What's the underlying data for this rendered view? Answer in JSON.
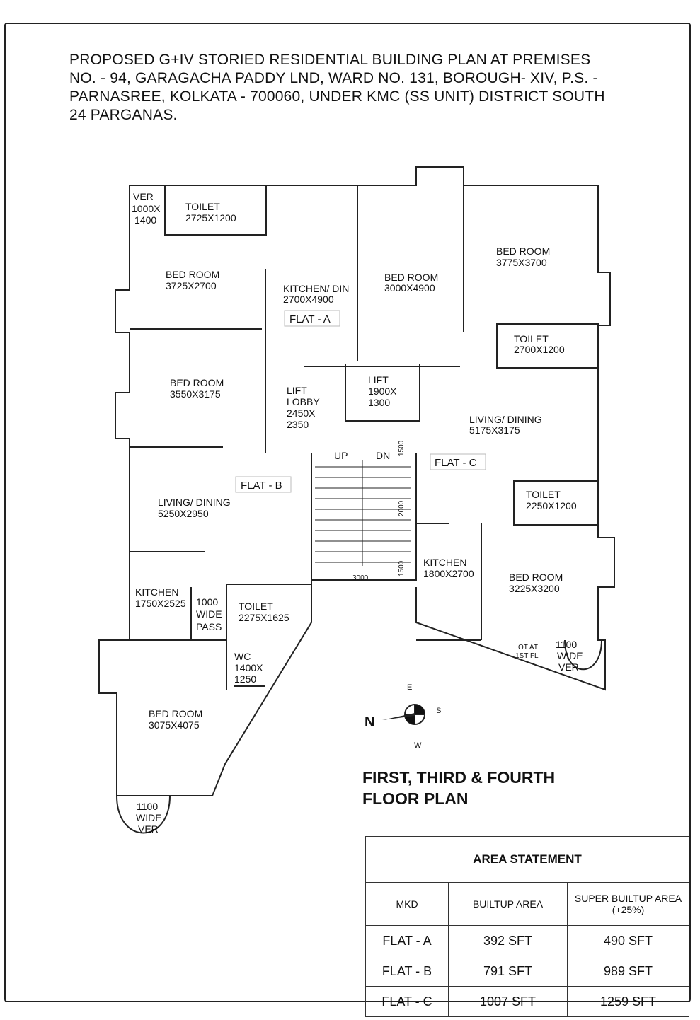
{
  "heading": {
    "line1": "PROPOSED G+IV STORIED RESIDENTIAL BUILDING PLAN  AT PREMISES",
    "line2": "NO. -  94, GARAGACHA PADDY LND, WARD NO. 131, BOROUGH- XIV, P.S. -",
    "line3": "PARNASREE, KOLKATA - 700060, UNDER KMC (SS UNIT) DISTRICT SOUTH",
    "line4": "24 PARGANAS."
  },
  "rooms": {
    "ver_top": [
      "VER",
      "1000X",
      "1400"
    ],
    "toilet_a": [
      "TOILET",
      "2725X1200"
    ],
    "bed_a": [
      "BED ROOM",
      "3725X2700"
    ],
    "kitchen_din": [
      "KITCHEN/ DIN",
      "2700X4900"
    ],
    "bed_center": [
      "BED ROOM",
      "3000X4900"
    ],
    "bed_c1": [
      "BED ROOM",
      "3775X3700"
    ],
    "toilet_c1": [
      "TOILET",
      "2700X1200"
    ],
    "bed_b1": [
      "BED ROOM",
      "3550X3175"
    ],
    "lift_lobby": [
      "LIFT",
      "LOBBY",
      "2450X",
      "2350"
    ],
    "lift": [
      "LIFT",
      "1900X",
      "1300"
    ],
    "living_c": [
      "LIVING/ DINING",
      "5175X3175"
    ],
    "living_b": [
      "LIVING/ DINING",
      "5250X2950"
    ],
    "toilet_c2": [
      "TOILET",
      "2250X1200"
    ],
    "kitchen_c": [
      "KITCHEN",
      "1800X2700"
    ],
    "bed_c2": [
      "BED ROOM",
      "3225X3200"
    ],
    "kitchen_b": [
      "KITCHEN",
      "1750X2525"
    ],
    "pass": [
      "1000",
      "WIDE",
      "PASS"
    ],
    "toilet_b": [
      "TOILET",
      "2275X1625"
    ],
    "wc": [
      "WC",
      "1400X",
      "1250"
    ],
    "bed_b2": [
      "BED ROOM",
      "3075X4075"
    ],
    "ver_bottom": [
      "1100",
      "WIDE",
      "VER"
    ],
    "ver_right": [
      "1100",
      "WIDE",
      "VER"
    ],
    "ot": [
      "OT AT",
      "1ST FL"
    ]
  },
  "stair": {
    "up": "UP",
    "dn": "DN",
    "dim_width": "3000",
    "dim_top": "1500",
    "dim_mid": "2000",
    "dim_bottom": "1500"
  },
  "flats": {
    "a": "FLAT - A",
    "b": "FLAT - B",
    "c": "FLAT - C"
  },
  "compass": {
    "n": "N",
    "e": "E",
    "s": "S",
    "w": "W"
  },
  "plan_title": {
    "line1": "FIRST,  THIRD & FOURTH",
    "line2": "FLOOR PLAN"
  },
  "area_statement": {
    "caption": "AREA STATEMENT",
    "headers": [
      "MKD",
      "BUILTUP AREA",
      "SUPER BUILTUP AREA (+25%)"
    ],
    "rows": [
      [
        "FLAT - A",
        "392 SFT",
        "490 SFT"
      ],
      [
        "FLAT - B",
        "791 SFT",
        "989 SFT"
      ],
      [
        "FLAT - C",
        "1007 SFT",
        "1259 SFT"
      ]
    ]
  }
}
